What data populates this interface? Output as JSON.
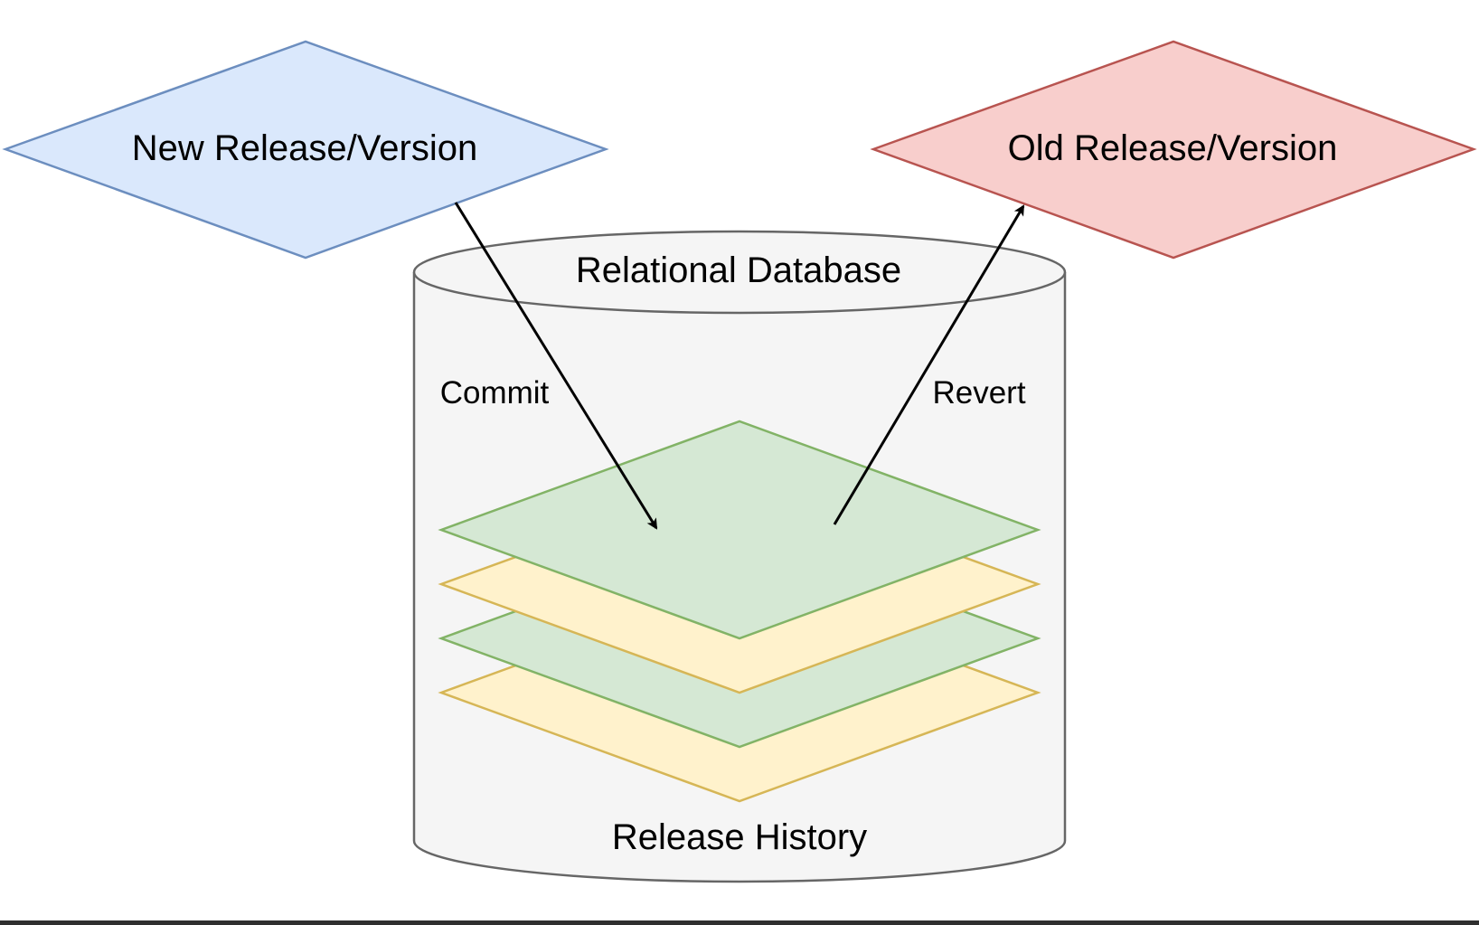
{
  "diagram": {
    "new_release": {
      "label": "New Release/Version",
      "fill": "#dae8fc",
      "stroke": "#6c8ebf"
    },
    "old_release": {
      "label": "Old Release/Version",
      "fill": "#f8cecc",
      "stroke": "#b85450"
    },
    "database": {
      "title": "Relational Database",
      "footer": "Release History",
      "fill": "#f5f5f5",
      "stroke": "#666666"
    },
    "layers": {
      "green_fill": "#d5e8d4",
      "green_stroke": "#82b366",
      "yellow_fill": "#fff2cc",
      "yellow_stroke": "#d6b656"
    },
    "edges": {
      "commit_label": "Commit",
      "revert_label": "Revert",
      "color": "#000000"
    }
  }
}
